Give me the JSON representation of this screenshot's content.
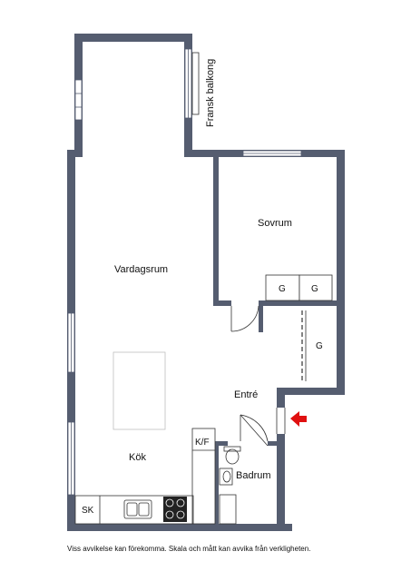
{
  "rooms": {
    "vardagsrum": "Vardagsrum",
    "sovrum": "Sovrum",
    "kok": "Kök",
    "entre": "Entré",
    "badrum": "Badrum",
    "balkong": "Fransk balkong"
  },
  "fixtures": {
    "wardrobe_1": "G",
    "wardrobe_2": "G",
    "wardrobe_3": "G",
    "kf": "K/F",
    "sk": "SK"
  },
  "footer": "Viss avvikelse kan förekomma. Skala och mått kan avvika från verkligheten.",
  "colors": {
    "wall": "#555d70",
    "entry_arrow": "#e01010",
    "line": "#333333"
  }
}
